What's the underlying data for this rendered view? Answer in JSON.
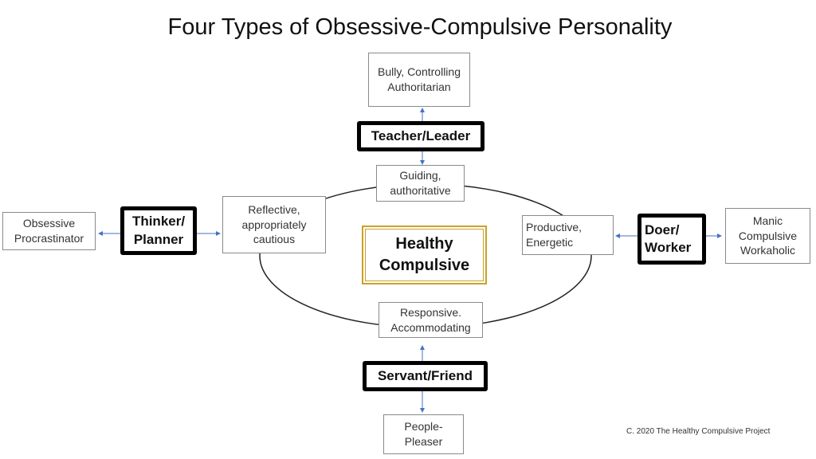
{
  "title": "Four Types of Obsessive-Compulsive Personality",
  "center": "Healthy Compulsive",
  "types": {
    "top": {
      "label": "Teacher/Leader",
      "healthy": "Guiding, authoritative",
      "extreme": "Bully, Controlling Authoritarian"
    },
    "left": {
      "label": "Thinker/ Planner",
      "healthy": "Reflective, appropriately cautious",
      "extreme": "Obsessive Procrastinator"
    },
    "right": {
      "label": "Doer/ Worker",
      "healthy": "Productive, Energetic",
      "extreme": "Manic Compulsive Workaholic"
    },
    "bottom": {
      "label": "Servant/Friend",
      "healthy": "Responsive. Accommodating",
      "extreme": "People-Pleaser"
    }
  },
  "copyright": "C. 2020 The Healthy Compulsive Project",
  "colors": {
    "accent_gold": "#c9a227",
    "arrow_blue": "#4472c4"
  }
}
